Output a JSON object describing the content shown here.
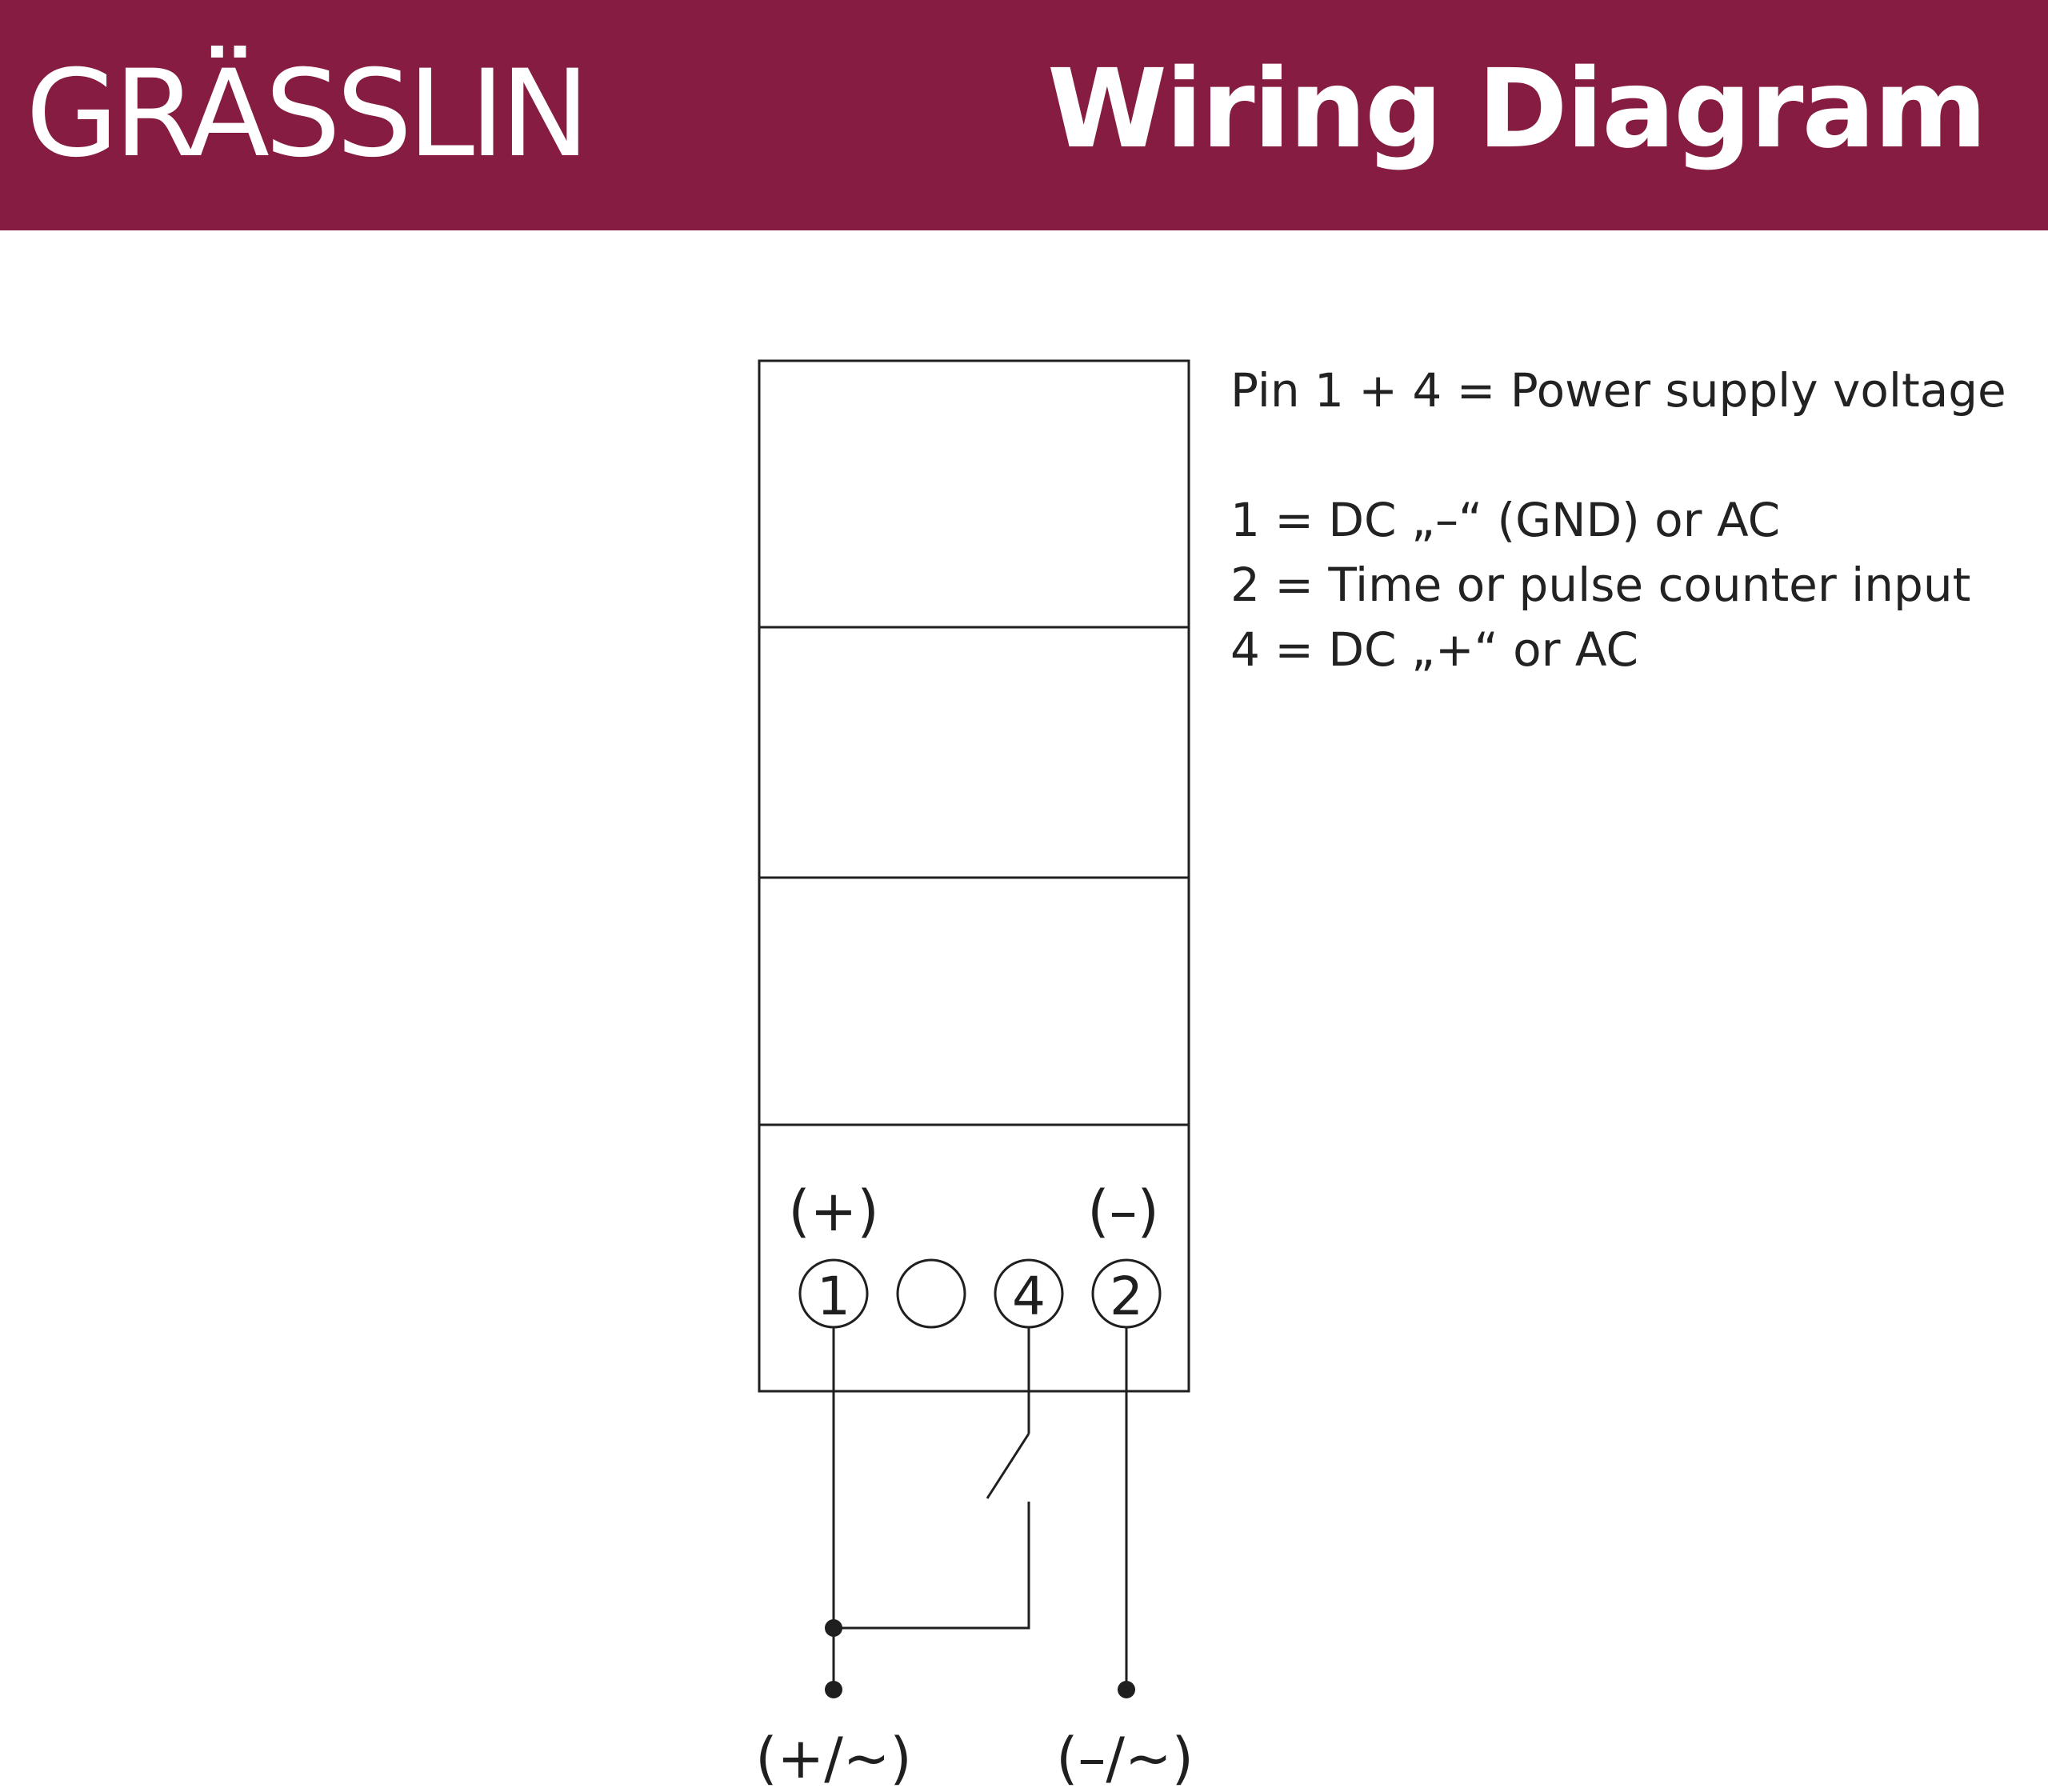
{
  "header": {
    "brand": "GRÄSSLIN",
    "title": "Wiring Diagram",
    "background_color": "#861c41",
    "text_color": "#ffffff"
  },
  "legend": {
    "power_supply": "Pin 1 + 4 = Power supply voltage",
    "pin_1": "1 = DC „–“ (GND) or AC",
    "pin_2": "2 = Time or pulse counter input",
    "pin_4": "4 = DC „+“ or AC"
  },
  "device": {
    "polarity_left": "(+)",
    "polarity_right": "(–)",
    "terminals": {
      "t1": "1",
      "t4": "4",
      "t2": "2"
    }
  },
  "supply": {
    "left_label": "(+/~)",
    "right_label": "(–/~)"
  },
  "colors": {
    "line": "#1f1f1f",
    "text": "#222222"
  }
}
